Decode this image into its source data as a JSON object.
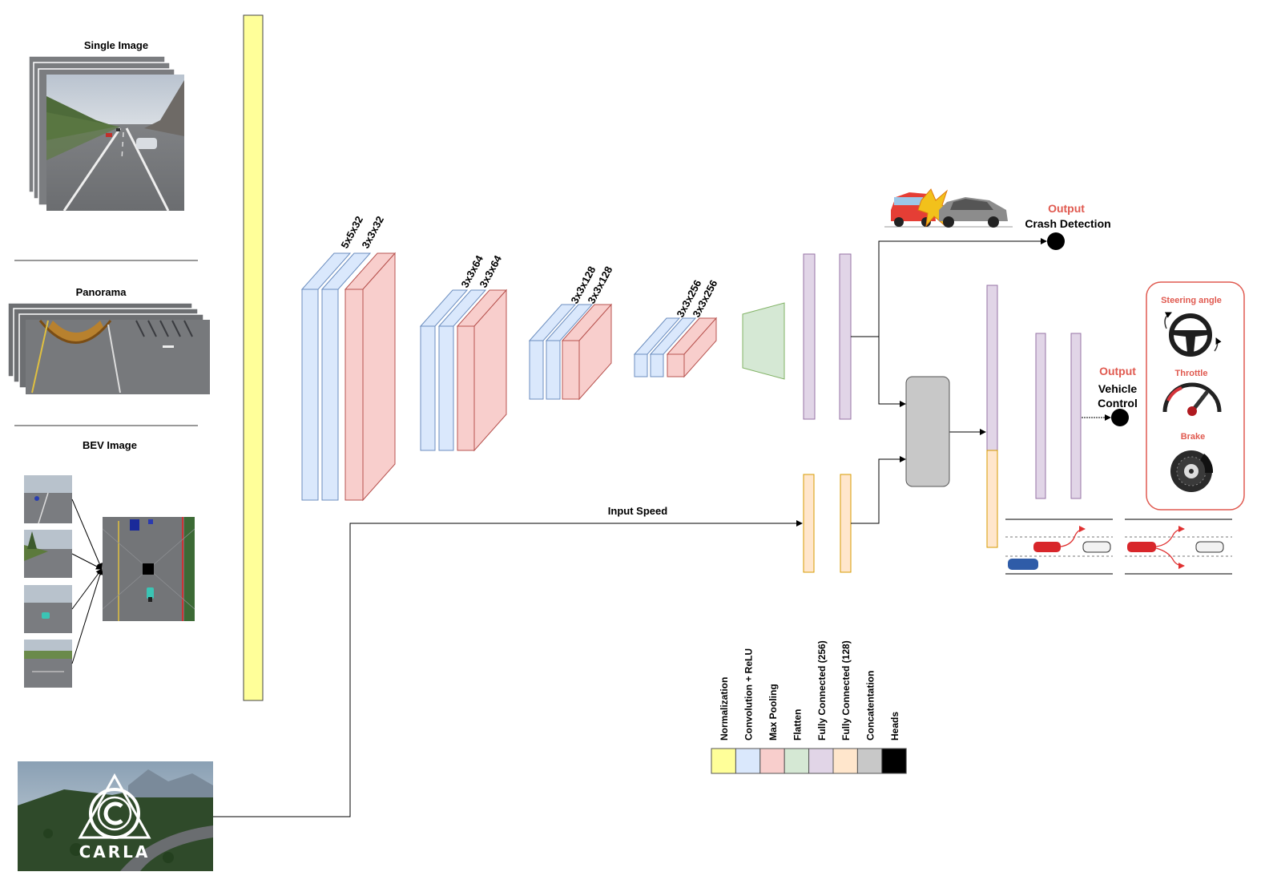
{
  "inputs": {
    "single_image": "Single Image",
    "panorama": "Panorama",
    "bev_image": "BEV Image",
    "carla_logo": "CARLA"
  },
  "conv_blocks": [
    {
      "k1": "5x5x32",
      "k2": "3x3x32"
    },
    {
      "k1": "3x3x64",
      "k2": "3x3x64"
    },
    {
      "k1": "3x3x128",
      "k2": "3x3x128"
    },
    {
      "k1": "3x3x256",
      "k2": "3x3x256"
    }
  ],
  "input_speed": "Input Speed",
  "crash_head": {
    "output": "Output",
    "title": "Crash Detection"
  },
  "control_head": {
    "output": "Output",
    "line1": "Vehicle",
    "line2": "Control"
  },
  "controls": {
    "steering": "Steering angle",
    "throttle": "Throttle",
    "brake": "Brake"
  },
  "legend": [
    {
      "label": "Normalization",
      "color": "#ffff99"
    },
    {
      "label": "Convolution + ReLU",
      "color": "#dae8fc"
    },
    {
      "label": "Max Pooling",
      "color": "#f8cecc"
    },
    {
      "label": "Flatten",
      "color": "#d5e8d4"
    },
    {
      "label": "Fully Connected (256)",
      "color": "#e1d5e7"
    },
    {
      "label": "Fully Connected (128)",
      "color": "#ffe6cc"
    },
    {
      "label": "Concatentation",
      "color": "#c8c8c8"
    },
    {
      "label": "Heads",
      "color": "#000000"
    }
  ],
  "colors": {
    "norm": "#ffff99",
    "conv": "#dae8fc",
    "conv_stroke": "#6c8ebf",
    "pool": "#f8cecc",
    "pool_stroke": "#b85450",
    "flatten": "#d5e8d4",
    "fc256": "#e1d5e7",
    "fc128": "#ffe6cc",
    "concat": "#c8c8c8",
    "output_red": "#e05a50"
  }
}
